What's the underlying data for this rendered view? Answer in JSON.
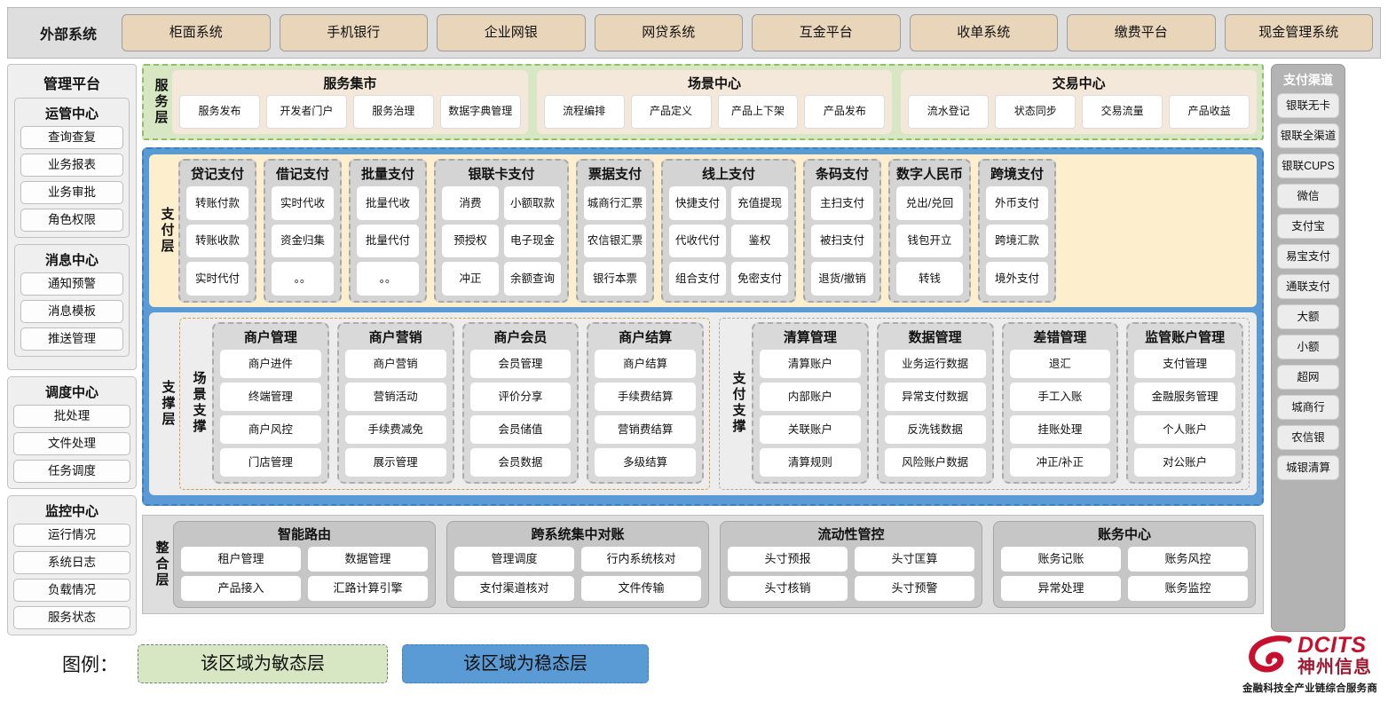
{
  "external": {
    "title": "外部系统",
    "items": [
      "柜面系统",
      "手机银行",
      "企业网银",
      "网贷系统",
      "互金平台",
      "收单系统",
      "缴费平台",
      "现金管理系统"
    ]
  },
  "left_sidebar": {
    "title": "管理平台",
    "groups": [
      {
        "title": "运管中心",
        "items": [
          "查询查复",
          "业务报表",
          "业务审批",
          "角色权限"
        ]
      },
      {
        "title": "消息中心",
        "items": [
          "通知预警",
          "消息模板",
          "推送管理"
        ]
      },
      {
        "title": "调度中心",
        "items": [
          "批处理",
          "文件处理",
          "任务调度"
        ]
      },
      {
        "title": "监控中心",
        "items": [
          "运行情况",
          "系统日志",
          "负载情况",
          "服务状态"
        ]
      }
    ]
  },
  "right_sidebar": {
    "title": "支付渠道",
    "items": [
      "银联无卡",
      "银联全渠道",
      "银联CUPS",
      "微信",
      "支付宝",
      "易宝支付",
      "通联支付",
      "大额",
      "小额",
      "超网",
      "城商行",
      "农信银",
      "城银清算"
    ]
  },
  "service_layer": {
    "label": "服务层",
    "groups": [
      {
        "title": "服务集市",
        "items": [
          "服务发布",
          "开发者门户",
          "服务治理",
          "数据字典管理"
        ]
      },
      {
        "title": "场景中心",
        "items": [
          "流程编排",
          "产品定义",
          "产品上下架",
          "产品发布"
        ]
      },
      {
        "title": "交易中心",
        "items": [
          "流水登记",
          "状态同步",
          "交易流量",
          "产品收益"
        ]
      }
    ]
  },
  "payment_layer": {
    "label": "支付层",
    "groups": [
      {
        "title": "贷记支付",
        "cols": 1,
        "rows": [
          [
            "转账付款"
          ],
          [
            "转账收款"
          ],
          [
            "实时代付"
          ]
        ]
      },
      {
        "title": "借记支付",
        "cols": 1,
        "rows": [
          [
            "实时代收"
          ],
          [
            "资金归集"
          ],
          [
            "。。"
          ]
        ]
      },
      {
        "title": "批量支付",
        "cols": 1,
        "rows": [
          [
            "批量代收"
          ],
          [
            "批量代付"
          ],
          [
            "。。"
          ]
        ]
      },
      {
        "title": "银联卡支付",
        "cols": 2,
        "rows": [
          [
            "消费",
            "小额取款"
          ],
          [
            "预授权",
            "电子现金"
          ],
          [
            "冲正",
            "余额查询"
          ]
        ]
      },
      {
        "title": "票据支付",
        "cols": 1,
        "rows": [
          [
            "城商行汇票"
          ],
          [
            "农信银汇票"
          ],
          [
            "银行本票"
          ]
        ]
      },
      {
        "title": "线上支付",
        "cols": 2,
        "rows": [
          [
            "快捷支付",
            "充值提现"
          ],
          [
            "代收代付",
            "鉴权"
          ],
          [
            "组合支付",
            "免密支付"
          ]
        ]
      },
      {
        "title": "条码支付",
        "cols": 1,
        "rows": [
          [
            "主扫支付"
          ],
          [
            "被扫支付"
          ],
          [
            "退货/撤销"
          ]
        ]
      },
      {
        "title": "数字人民币",
        "cols": 1,
        "rows": [
          [
            "兑出/兑回"
          ],
          [
            "钱包开立"
          ],
          [
            "转钱"
          ]
        ]
      },
      {
        "title": "跨境支付",
        "cols": 1,
        "rows": [
          [
            "外币支付"
          ],
          [
            "跨境汇款"
          ],
          [
            "境外支付"
          ]
        ]
      }
    ]
  },
  "support_layer": {
    "label": "支撑层",
    "scene": {
      "label": "场景支撑",
      "groups": [
        {
          "title": "商户管理",
          "items": [
            "商户进件",
            "终端管理",
            "商户风控",
            "门店管理"
          ]
        },
        {
          "title": "商户营销",
          "items": [
            "商户营销",
            "营销活动",
            "手续费减免",
            "展示管理"
          ]
        },
        {
          "title": "商户会员",
          "items": [
            "会员管理",
            "评价分享",
            "会员储值",
            "会员数据"
          ]
        },
        {
          "title": "商户结算",
          "items": [
            "商户结算",
            "手续费结算",
            "营销费结算",
            "多级结算"
          ]
        }
      ]
    },
    "pay": {
      "label": "支付支撑",
      "groups": [
        {
          "title": "清算管理",
          "items": [
            "清算账户",
            "内部账户",
            "关联账户",
            "清算规则"
          ]
        },
        {
          "title": "数据管理",
          "items": [
            "业务运行数据",
            "异常支付数据",
            "反洗钱数据",
            "风险账户数据"
          ]
        },
        {
          "title": "差错管理",
          "items": [
            "退汇",
            "手工入账",
            "挂账处理",
            "冲正/补正"
          ]
        },
        {
          "title": "监管账户管理",
          "items": [
            "支付管理",
            "金融服务管理",
            "个人账户",
            "对公账户"
          ]
        }
      ]
    }
  },
  "integration_layer": {
    "label": "整合层",
    "groups": [
      {
        "title": "智能路由",
        "rows": [
          [
            "租户管理",
            "数据管理"
          ],
          [
            "产品接入",
            "汇路计算引擎"
          ]
        ]
      },
      {
        "title": "跨系统集中对账",
        "rows": [
          [
            "管理调度",
            "行内系统核对"
          ],
          [
            "支付渠道核对",
            "文件传输"
          ]
        ]
      },
      {
        "title": "流动性管控",
        "rows": [
          [
            "头寸预报",
            "头寸匡算"
          ],
          [
            "头寸核销",
            "头寸预警"
          ]
        ]
      },
      {
        "title": "账务中心",
        "rows": [
          [
            "账务记账",
            "账务风控"
          ],
          [
            "异常处理",
            "账务监控"
          ]
        ]
      }
    ]
  },
  "legend": {
    "label": "图例：",
    "agile": "该区域为敏态层",
    "stable": "该区域为稳态层",
    "agile_color": "#d7e7c4",
    "stable_color": "#5b9bd5"
  },
  "logo": {
    "brand": "DCITS",
    "brand_cn": "神州信息",
    "tagline": "金融科技全产业链综合服务商",
    "brand_color": "#c8102e"
  }
}
